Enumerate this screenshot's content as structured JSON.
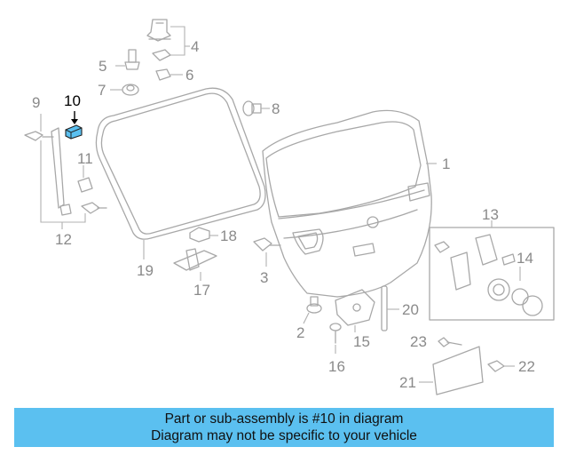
{
  "diagram": {
    "callouts": [
      "1",
      "2",
      "3",
      "4",
      "5",
      "6",
      "7",
      "8",
      "9",
      "10",
      "11",
      "12",
      "13",
      "14",
      "15",
      "16",
      "17",
      "18",
      "19",
      "20",
      "21",
      "22",
      "23"
    ],
    "highlighted_part": "10",
    "highlight_color": "#5bc0f0"
  },
  "caption": {
    "line1": "Part or sub-assembly is #10 in diagram",
    "line2": "Diagram may not be specific to your vehicle",
    "background": "#5bc0f0"
  }
}
